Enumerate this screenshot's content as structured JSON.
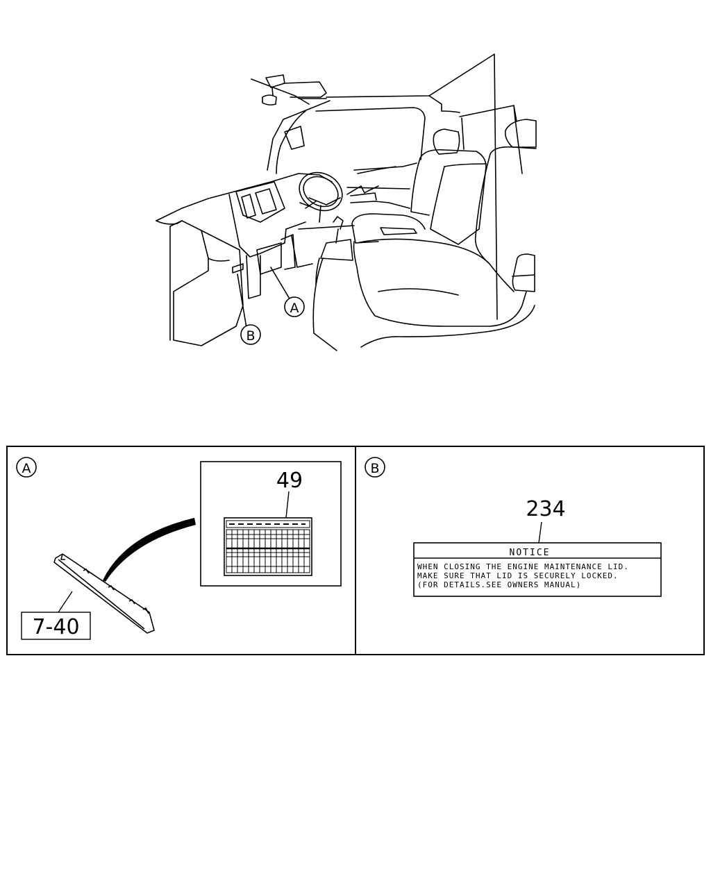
{
  "overview": {
    "callout_a": "A",
    "callout_b": "B"
  },
  "panel_a": {
    "marker": "A",
    "part_ref": "7-40",
    "label_number": "49"
  },
  "panel_b": {
    "marker": "B",
    "label_number": "234",
    "notice": {
      "heading": "NOTICE",
      "lines": [
        "WHEN CLOSING THE ENGINE MAINTENANCE LID.",
        "MAKE SURE THAT LID IS SECURELY LOCKED.",
        "(FOR DETAILS.SEE OWNERS MANUAL)"
      ]
    }
  }
}
